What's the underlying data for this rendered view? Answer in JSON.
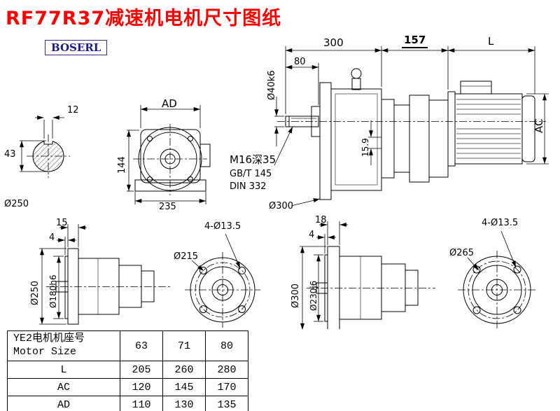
{
  "page": {
    "title": "RF77R37减速机电机尺寸图纸",
    "brand": "BOSERL"
  },
  "shaft_section": {
    "key_width": "12",
    "height_over_key": "43",
    "flange_label": "Ø250"
  },
  "front_view": {
    "ad": "AD",
    "dim_144": "144",
    "dim_235": "235"
  },
  "main_view": {
    "dim_300": "300",
    "dim_157": "157",
    "dim_l": "L",
    "dim_80": "80",
    "shaft_dia": "Ø40k6",
    "dim_159": "15.9",
    "ac": "AC",
    "tap_note": "M16深35",
    "std_gbt": "GB/T 145",
    "std_din": "DIN 332",
    "flange_label": "Ø300"
  },
  "flange_small": {
    "dim_15": "15",
    "dim_4": "4",
    "od": "Ø250",
    "spigot": "Ø180h6",
    "holes": "4-Ø13.5",
    "bolt_circle": "Ø215"
  },
  "flange_large": {
    "dim_18": "18",
    "dim_4": "4",
    "od": "Ø300",
    "spigot": "Ø230j6",
    "holes": "4-Ø13.5",
    "bolt_circle": "Ø265"
  },
  "table": {
    "header_line1": "YE2电机机座号",
    "header_line2": "Motor Size",
    "sizes": [
      "63",
      "71",
      "80"
    ],
    "rows": [
      {
        "label": "L",
        "values": [
          "205",
          "260",
          "280"
        ]
      },
      {
        "label": "AC",
        "values": [
          "120",
          "145",
          "170"
        ]
      },
      {
        "label": "AD",
        "values": [
          "110",
          "130",
          "135"
        ]
      }
    ]
  }
}
